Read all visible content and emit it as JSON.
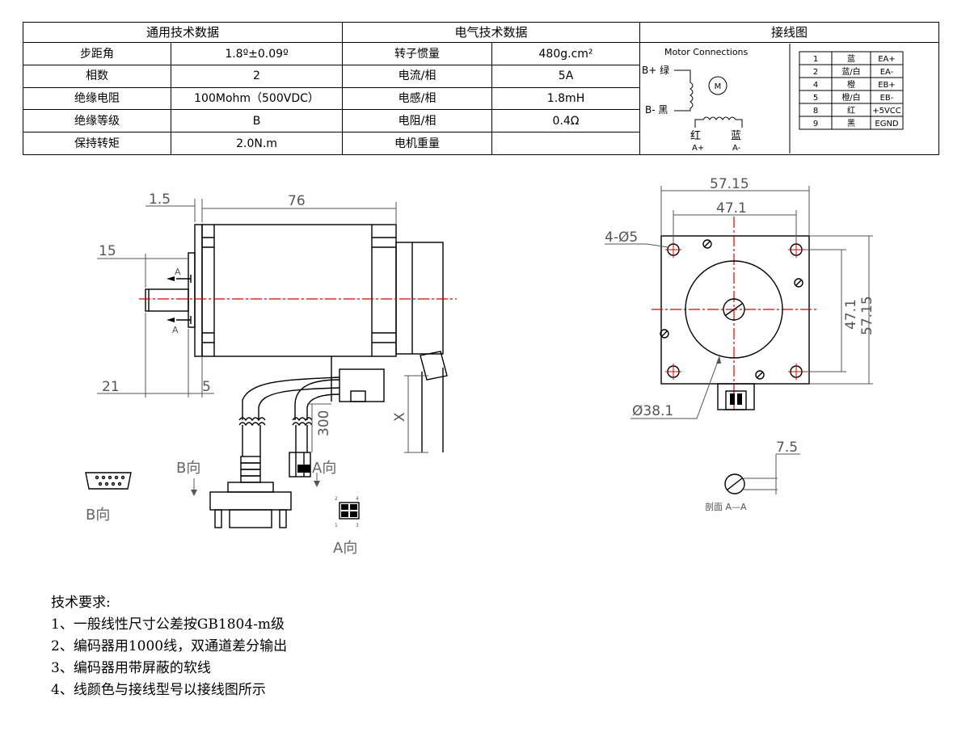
{
  "spec_table": {
    "headers": {
      "general": "通用技术数据",
      "electrical": "电气技术数据",
      "wiring": "接线图"
    },
    "rows": [
      {
        "g_label": "步距角",
        "g_value": "1.8º±0.09º",
        "e_label": "转子惯量",
        "e_value": "480g.cm²"
      },
      {
        "g_label": "相数",
        "g_value": "2",
        "e_label": "电流/相",
        "e_value": "5A"
      },
      {
        "g_label": "绝缘电阻",
        "g_value": "100Mohm（500VDC）",
        "e_label": "电感/相",
        "e_value": "1.8mH"
      },
      {
        "g_label": "绝缘等级",
        "g_value": "B",
        "e_label": "电阻/相",
        "e_value": "0.4Ω"
      },
      {
        "g_label": "保持转矩",
        "g_value": "2.0N.m",
        "e_label": "电机重量",
        "e_value": ""
      }
    ]
  },
  "wiring": {
    "title": "Motor Connections",
    "motor_symbol": "M",
    "b_plus": "B+ 绿",
    "b_minus": "B- 黑",
    "red": "红",
    "blue": "蓝",
    "a_plus": "A+",
    "a_minus": "A-",
    "pins": [
      {
        "pin": "1",
        "color": "蓝",
        "signal": "EA+"
      },
      {
        "pin": "2",
        "color": "蓝/白",
        "signal": "EA-"
      },
      {
        "pin": "4",
        "color": "橙",
        "signal": "EB+"
      },
      {
        "pin": "5",
        "color": "橙/白",
        "signal": "EB-"
      },
      {
        "pin": "8",
        "color": "红",
        "signal": "+5VCC"
      },
      {
        "pin": "9",
        "color": "黑",
        "signal": "EGND"
      }
    ]
  },
  "side_view": {
    "dim_flange": "1.5",
    "dim_body": "76",
    "dim_shaft": "15",
    "dim_shaft_total": "21",
    "dim_boss": "5",
    "dim_cable": "300",
    "dim_x": "X",
    "section_mark": "A",
    "view_b": "B向",
    "view_a": "A向",
    "conn_labels": [
      "2",
      "4",
      "1",
      "3"
    ]
  },
  "front_view": {
    "dim_outer": "57.15",
    "dim_holes": "47.1",
    "dim_holes_v": "47.1",
    "dim_outer_v": "57.15",
    "hole_label": "4-Ø5",
    "pilot_label": "Ø38.1",
    "dim_flat": "7.5",
    "section_label": "剖面 A—A"
  },
  "notes": {
    "title": "技术要求:",
    "items": [
      "1、一般线性尺寸公差按GB1804-m级",
      "2、编码器用1000线，双通道差分输出",
      "3、编码器用带屏蔽的软线",
      "4、线颜色与接线型号以接线图所示"
    ]
  }
}
